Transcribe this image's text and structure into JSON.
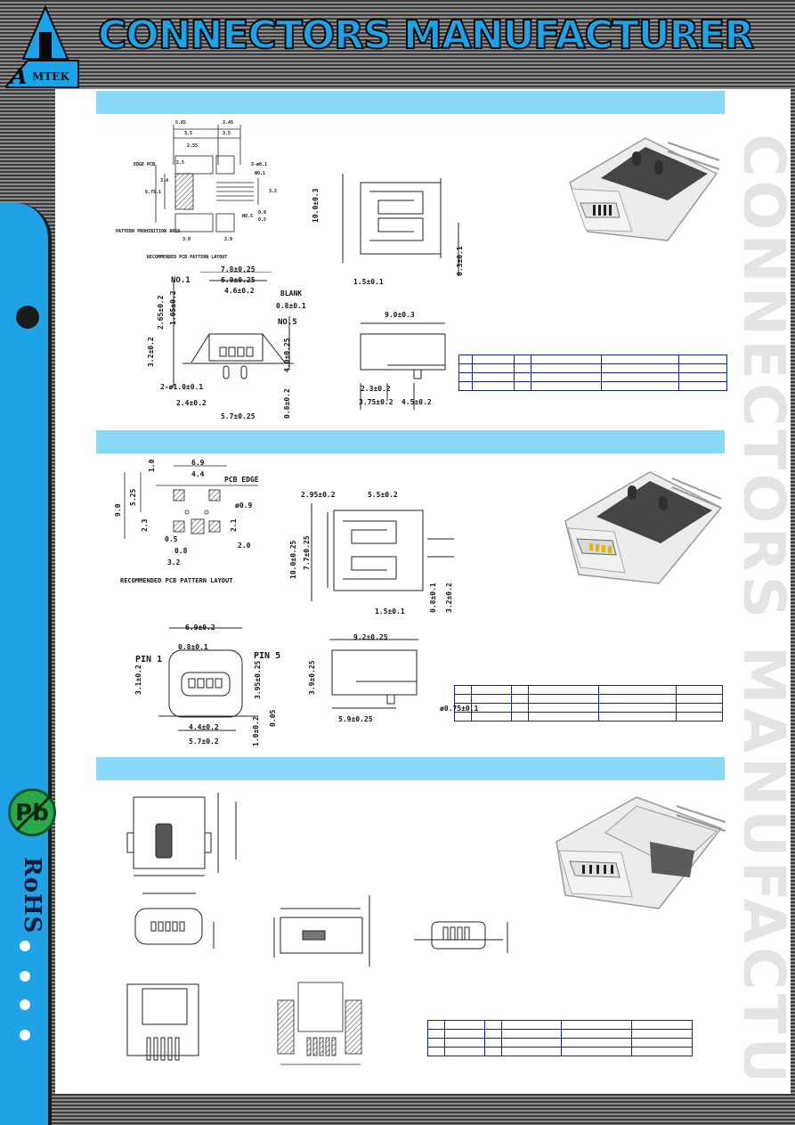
{
  "header": {
    "title": "CONNECTORS MANUFACTURER",
    "logo_text": "MTEK",
    "logo_initial": "A",
    "brand_color": "#1aa5ea"
  },
  "side": {
    "rohs_label": "RoHS",
    "pb_label": "Pb",
    "strip_color": "#1fa2e6",
    "badge_color": "#2aa84a"
  },
  "watermark": {
    "text": "CONNECTORS MANUFACTURE"
  },
  "section1": {
    "pcb_layout": {
      "top_dims": [
        "5.65",
        "3.45",
        "3.5",
        "3.5",
        "2.55"
      ],
      "edge_pcb": "EDGE PCB",
      "z_dim": "Z-ø0.1",
      "no1": "NO.1",
      "no5": "NO.5",
      "left_dims": [
        "6.7",
        "5.1",
        "3.4",
        "2.5"
      ],
      "right_dims": [
        "3.2",
        "0.8",
        "0.5"
      ],
      "pattern_area": "PATTERN PROHIBITION AREA",
      "bottom_dims": [
        "3.0",
        "2.9"
      ],
      "caption": "RECOMMENDED PCB PATTERN LAYOUT"
    },
    "top_view": {
      "height": "10.0±0.3",
      "offset": "1.5±0.1",
      "pin": "0.3±0.1"
    },
    "front_view": {
      "width_total": "7.8±0.25",
      "width_mid": "6.9±0.25",
      "width_inner": "4.6±0.2",
      "no1": "NO.1",
      "blank": "BLANK",
      "pitch": "0.8±0.1",
      "no5": "NO.5",
      "h1": "2.65±0.2",
      "h2": "1.05±0.2",
      "h3": "3.2±0.2",
      "h4": "4.0±0.25",
      "holes": "2-ø1.0±0.1",
      "peg": "2.4±0.2",
      "bottom": "5.7±0.25",
      "foot": "0.8±0.2"
    },
    "side_view": {
      "length": "9.0±0.3",
      "a": "2.3±0.2",
      "b": "3.75±0.2",
      "c": "4.5±0.2"
    }
  },
  "section2": {
    "pcb_layout": {
      "w1": "6.9",
      "w2": "4.4",
      "pcb_edge": "PCB EDGE",
      "h1": "1.0",
      "h2": "5.25",
      "h3": "9.0",
      "hole": "ø0.9",
      "d1": "2.3",
      "d2": "2.1",
      "d3": "0.5",
      "d4": "0.8",
      "d5": "3.2",
      "d6": "2.0",
      "caption": "RECOMMENDED PCB PATTERN LAYOUT"
    },
    "top_view": {
      "a": "2.95±0.2",
      "b": "5.5±0.2",
      "h1": "10.0±0.25",
      "h2": "7.7±0.25",
      "offset": "1.5±0.1",
      "p1": "0.8±0.1",
      "p2": "3.2±0.2"
    },
    "front_view": {
      "width": "6.9±0.2",
      "pitch": "0.8±0.1",
      "pin1": "PIN 1",
      "pin5": "PIN 5",
      "h1": "3.1±0.2",
      "h2": "3.95±0.25",
      "inner": "4.4±0.2",
      "bottom": "5.7±0.2",
      "foot": "1.0±0.2",
      "gap": "0.05"
    },
    "side_view": {
      "length": "9.2±0.25",
      "height": "3.9±0.25",
      "base": "5.9±0.25",
      "peg": "ø0.75±0.1"
    }
  }
}
